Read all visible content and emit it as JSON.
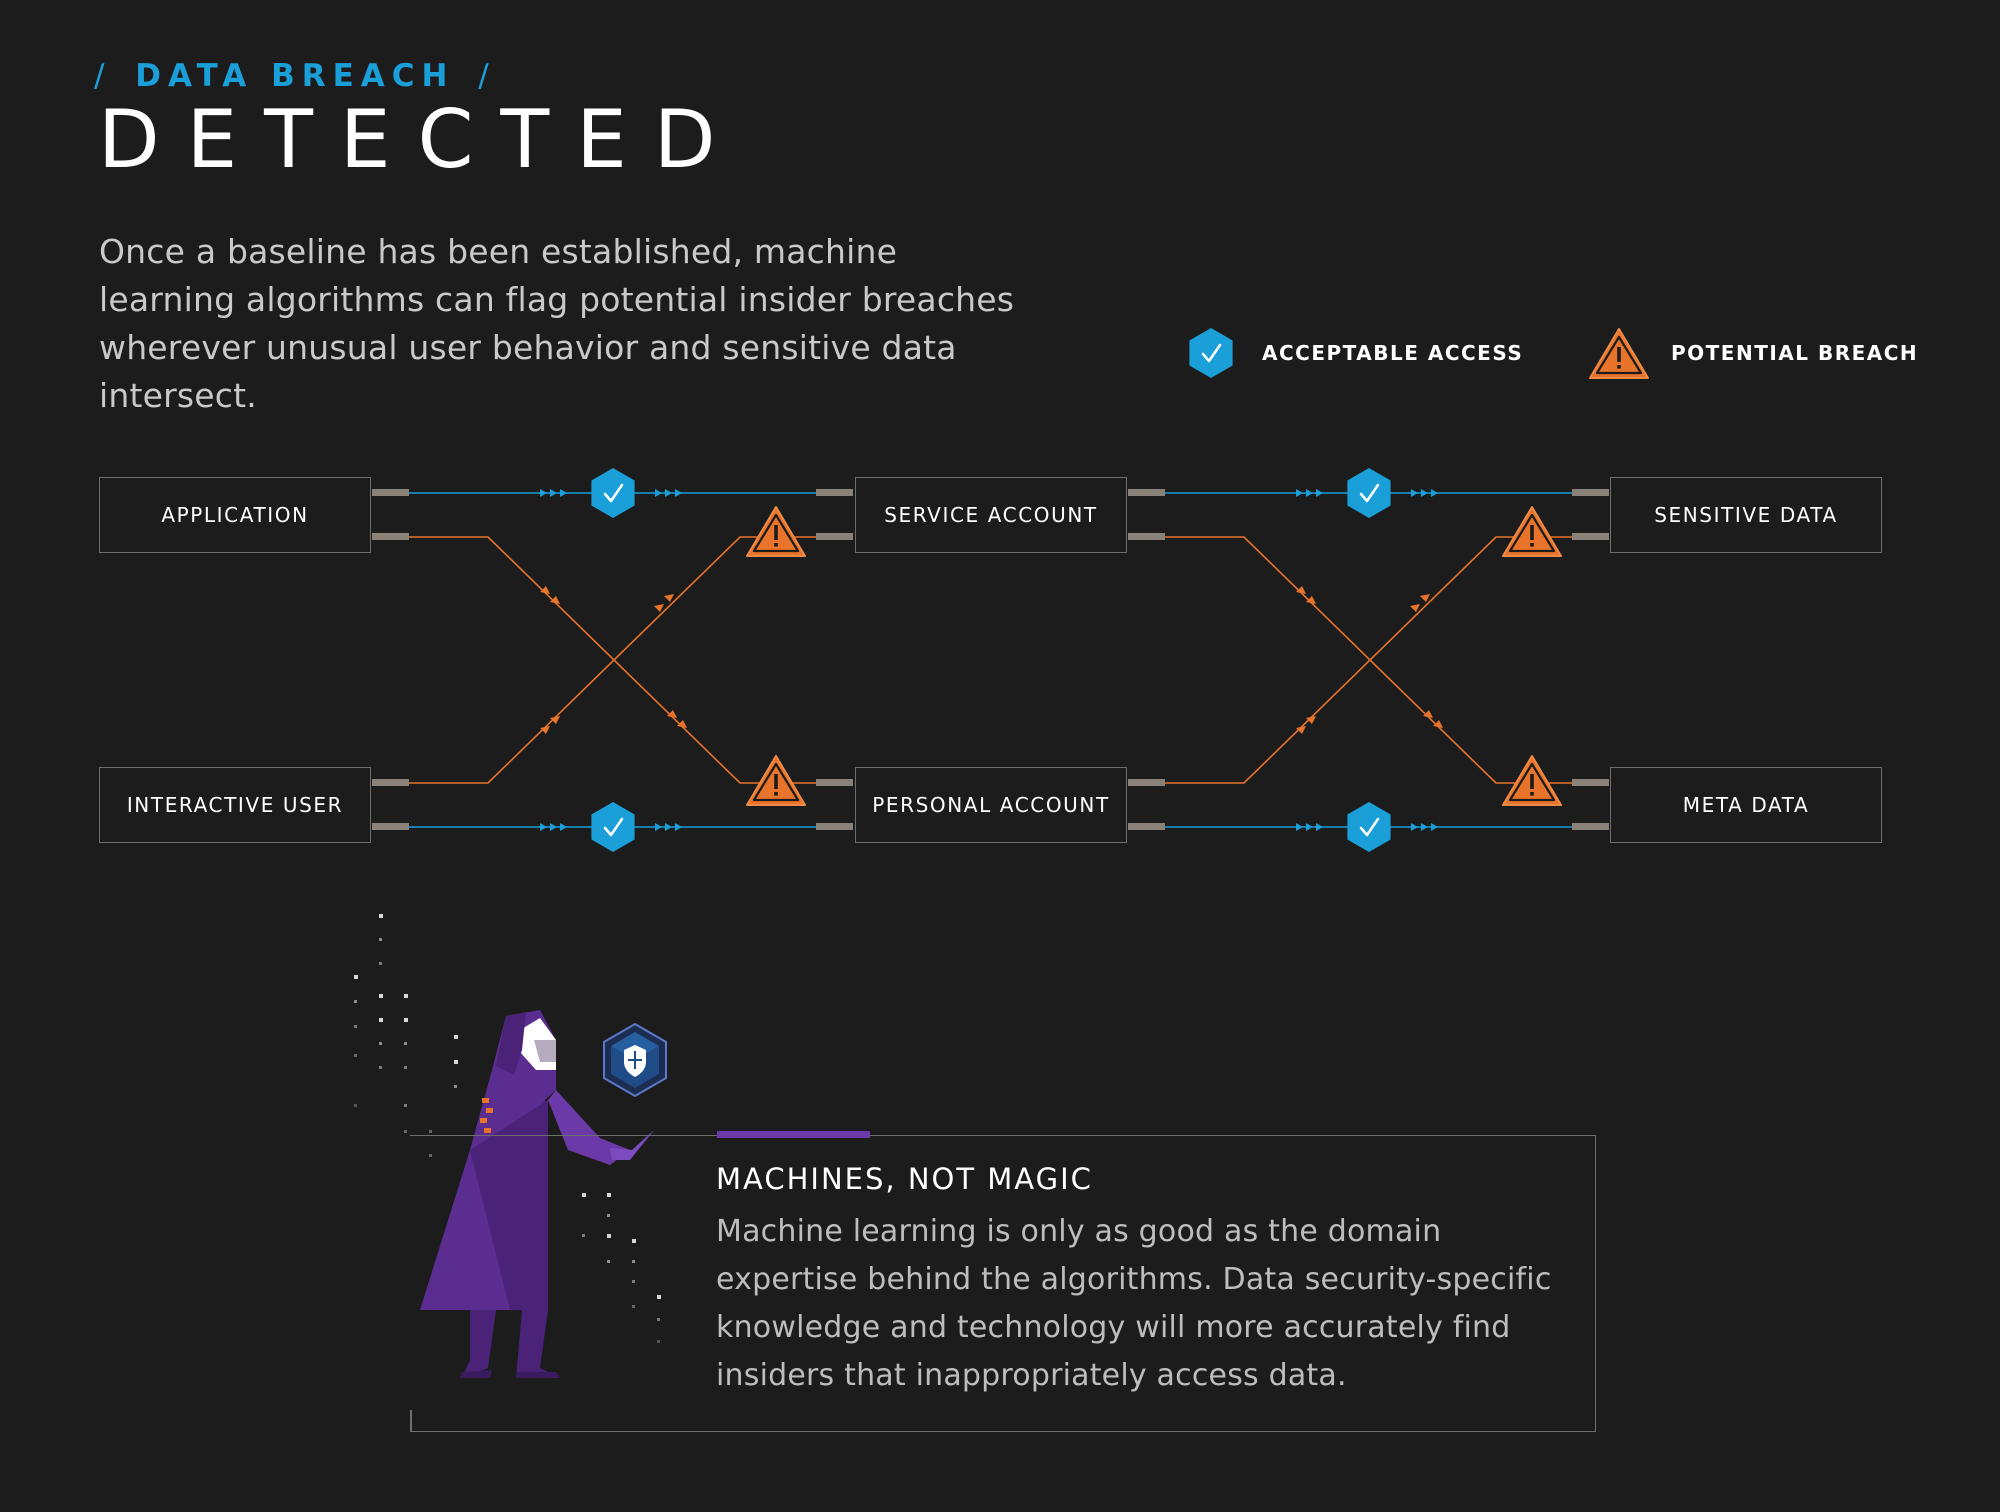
{
  "header": {
    "eyebrow": "DATA BREACH",
    "eyebrow_slash": "/",
    "title": "DETECTED",
    "intro": "Once a baseline has been established, machine learning algorithms can flag potential insider breaches wherever unusual user behavior and sensitive data intersect."
  },
  "legend": {
    "acceptable_label": "ACCEPTABLE ACCESS",
    "breach_label": "POTENTIAL BREACH"
  },
  "nodes": {
    "application": "APPLICATION",
    "interactive_user": "INTERACTIVE USER",
    "service_account": "SERVICE ACCOUNT",
    "personal_account": "PERSONAL ACCOUNT",
    "sensitive_data": "SENSITIVE DATA",
    "meta_data": "META DATA"
  },
  "callout": {
    "title": "MACHINES, NOT MAGIC",
    "body": "Machine learning is only as good as the domain expertise behind the algorithms. Data security-specific knowledge and technology will more accurately find insiders that inappropriately access data."
  },
  "colors": {
    "background": "#1c1c1c",
    "accent_blue": "#1a9fd9",
    "breach_orange": "#e8732a",
    "purple": "#6b3aa8"
  },
  "icons": {
    "acceptable": "hexagon-check-icon",
    "breach": "warning-triangle-icon",
    "shield": "shield-hexagon-icon"
  }
}
